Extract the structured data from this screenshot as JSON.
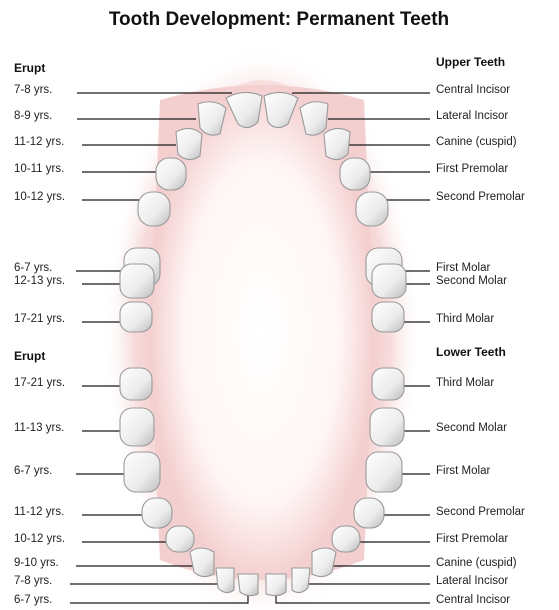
{
  "title": "Tooth Development: Permanent Teeth",
  "upper": {
    "erupt_heading": "Erupt",
    "teeth_heading": "Upper Teeth",
    "rows": [
      {
        "age": "7-8 yrs.",
        "tooth": "Central Incisor"
      },
      {
        "age": "8-9 yrs.",
        "tooth": "Lateral Incisor"
      },
      {
        "age": "11-12 yrs.",
        "tooth": "Canine (cuspid)"
      },
      {
        "age": "10-11 yrs.",
        "tooth": "First Premolar"
      },
      {
        "age": "10-12 yrs.",
        "tooth": "Second Premolar"
      },
      {
        "age": "6-7 yrs.",
        "tooth": "First Molar"
      },
      {
        "age": "12-13 yrs.",
        "tooth": "Second Molar"
      },
      {
        "age": "17-21 yrs.",
        "tooth": "Third Molar"
      }
    ]
  },
  "lower": {
    "erupt_heading": "Erupt",
    "teeth_heading": "Lower Teeth",
    "rows": [
      {
        "age": "17-21 yrs.",
        "tooth": "Third Molar"
      },
      {
        "age": "11-13 yrs.",
        "tooth": "Second Molar"
      },
      {
        "age": "6-7 yrs.",
        "tooth": "First Molar"
      },
      {
        "age": "11-12 yrs.",
        "tooth": "Second Premolar"
      },
      {
        "age": "10-12 yrs.",
        "tooth": "First Premolar"
      },
      {
        "age": "9-10 yrs.",
        "tooth": "Canine (cuspid)"
      },
      {
        "age": "7-8 yrs.",
        "tooth": "Lateral Incisor"
      },
      {
        "age": "6-7 yrs.",
        "tooth": "Central Incisor"
      }
    ]
  }
}
